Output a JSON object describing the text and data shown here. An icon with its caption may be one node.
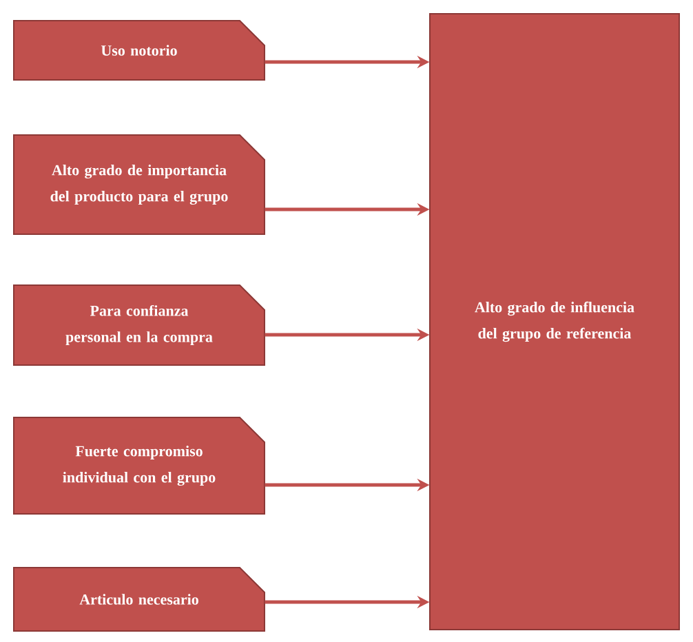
{
  "diagram": {
    "nodes": [
      {
        "text": [
          "Uso notorio"
        ]
      },
      {
        "text": [
          "Alto grado de importancia del producto para el grupo"
        ]
      },
      {
        "text": [
          "Para confianza personal en la compra"
        ]
      },
      {
        "text": [
          "Fuerte compromiso individual con el grupo"
        ]
      },
      {
        "text": [
          "Articulo necesario"
        ]
      },
      {
        "text": [
          "Alto grado de influencia del grupo de referencia"
        ]
      }
    ],
    "edges": [
      {
        "from": 0,
        "to": 5,
        "arrow": "to"
      },
      {
        "from": 1,
        "to": 5,
        "arrow": "to"
      },
      {
        "from": 2,
        "to": 5,
        "arrow": "to"
      },
      {
        "from": 3,
        "to": 5,
        "arrow": "to"
      },
      {
        "from": 4,
        "to": 5,
        "arrow": "to"
      }
    ]
  }
}
